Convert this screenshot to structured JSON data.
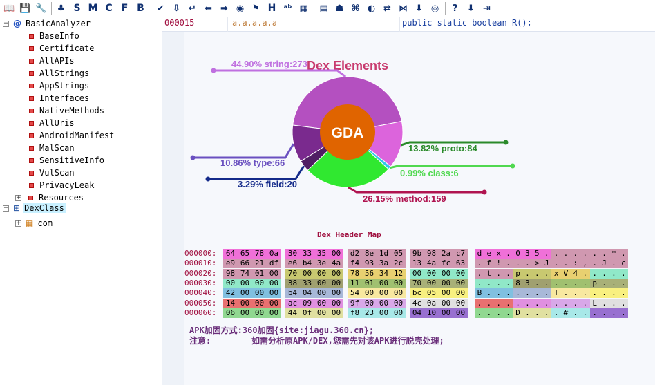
{
  "toolbar": {
    "icons": [
      "book-icon",
      "save-icon",
      "wrench-icon",
      "sep",
      "android-tree-icon",
      "S",
      "M",
      "C",
      "F",
      "B",
      "sep",
      "check-arrow-icon",
      "download-m-icon",
      "return-icon",
      "arrow-left-icon",
      "arrow-right-icon",
      "game-controller-icon",
      "flag-cross-icon",
      "H",
      "ab-icon",
      "grid-icon",
      "sep",
      "wpl-icon",
      "android-icon",
      "command-icon",
      "toggle-icon",
      "swap-icon",
      "pattern-icon",
      "pin-icon",
      "fingerprint-icon",
      "sep",
      "help-icon",
      "download-icon",
      "exit-icon"
    ]
  },
  "tree": {
    "root_label": "BasicAnalyzer",
    "items": [
      "BaseInfo",
      "Certificate",
      "AllAPIs",
      "AllStrings",
      "AppStrings",
      "Interfaces",
      "NativeMethods",
      "AllUris",
      "AndroidManifest",
      "MalScan",
      "SensitiveInfo",
      "VulScan",
      "PrivacyLeak",
      "Resources"
    ],
    "dexclass_label": "DexClass",
    "com_label": "com"
  },
  "header": {
    "address": "000015",
    "name": "a.a.a.a.a",
    "signature": "public static boolean R();"
  },
  "chart_data": {
    "type": "pie",
    "title": "Dex Elements",
    "center_label": "GDA",
    "slices": [
      {
        "name": "string",
        "count": 273,
        "percent": 44.9,
        "label": "44.90% string:273",
        "color": "#b450c0"
      },
      {
        "name": "proto",
        "count": 84,
        "percent": 13.82,
        "label": "13.82% proto:84",
        "color": "#dc64dc"
      },
      {
        "name": "class",
        "count": 6,
        "percent": 0.99,
        "label": "0.99% class:6",
        "color": "#30c8e8"
      },
      {
        "name": "method",
        "count": 159,
        "percent": 26.15,
        "label": "26.15% method:159",
        "color": "#30e830"
      },
      {
        "name": "field",
        "count": 20,
        "percent": 3.29,
        "label": "3.29% field:20",
        "color": "#501e64"
      },
      {
        "name": "type",
        "count": 66,
        "percent": 10.86,
        "label": "10.86% type:66",
        "color": "#7a2a8e"
      }
    ],
    "label_colors": {
      "string": "#c070e0",
      "proto": "#2a8a2a",
      "class": "#50d850",
      "method": "#b01450",
      "field": "#142a8a",
      "type": "#6a50c0"
    },
    "center_color": "#e06400"
  },
  "hexmap": {
    "title": "Dex Header Map",
    "rows": [
      {
        "addr": "000000:",
        "bytes": [
          "64",
          "65",
          "78",
          "0a",
          "30",
          "33",
          "35",
          "00",
          "d2",
          "8e",
          "1d",
          "05",
          "9b",
          "98",
          "2a",
          "c7"
        ],
        "ascii": [
          "d",
          "e",
          "x",
          ".",
          "0",
          "3",
          "5",
          ".",
          ".",
          ".",
          ".",
          ".",
          ".",
          ".",
          "*",
          "."
        ]
      },
      {
        "addr": "000010:",
        "bytes": [
          "e9",
          "66",
          "21",
          "df",
          "e6",
          "b4",
          "3e",
          "4a",
          "f4",
          "93",
          "3a",
          "2c",
          "13",
          "4a",
          "fc",
          "63"
        ],
        "ascii": [
          ".",
          "f",
          "!",
          ".",
          ".",
          ".",
          ">",
          "J",
          ".",
          ".",
          ":",
          ",",
          ".",
          "J",
          ".",
          "c"
        ]
      },
      {
        "addr": "000020:",
        "bytes": [
          "98",
          "74",
          "01",
          "00",
          "70",
          "00",
          "00",
          "00",
          "78",
          "56",
          "34",
          "12",
          "00",
          "00",
          "00",
          "00"
        ],
        "ascii": [
          ".",
          "t",
          ".",
          ".",
          "p",
          ".",
          ".",
          ".",
          "x",
          "V",
          "4",
          ".",
          ".",
          ".",
          ".",
          "."
        ]
      },
      {
        "addr": "000030:",
        "bytes": [
          "00",
          "00",
          "00",
          "00",
          "38",
          "33",
          "00",
          "00",
          "11",
          "01",
          "00",
          "00",
          "70",
          "00",
          "00",
          "00"
        ],
        "ascii": [
          ".",
          ".",
          ".",
          ".",
          "8",
          "3",
          ".",
          ".",
          ".",
          ".",
          ".",
          ".",
          "p",
          ".",
          ".",
          "."
        ]
      },
      {
        "addr": "000040:",
        "bytes": [
          "42",
          "00",
          "00",
          "00",
          "b4",
          "04",
          "00",
          "00",
          "54",
          "00",
          "00",
          "00",
          "bc",
          "05",
          "00",
          "00"
        ],
        "ascii": [
          "B",
          ".",
          ".",
          ".",
          ".",
          ".",
          ".",
          ".",
          "T",
          ".",
          ".",
          ".",
          ".",
          ".",
          ".",
          "."
        ]
      },
      {
        "addr": "000050:",
        "bytes": [
          "14",
          "00",
          "00",
          "00",
          "ac",
          "09",
          "00",
          "00",
          "9f",
          "00",
          "00",
          "00",
          "4c",
          "0a",
          "00",
          "00"
        ],
        "ascii": [
          ".",
          ".",
          ".",
          ".",
          ".",
          ".",
          ".",
          ".",
          ".",
          ".",
          ".",
          ".",
          "L",
          ".",
          ".",
          "."
        ]
      },
      {
        "addr": "000060:",
        "bytes": [
          "06",
          "00",
          "00",
          "00",
          "44",
          "0f",
          "00",
          "00",
          "f8",
          "23",
          "00",
          "00",
          "04",
          "10",
          "00",
          "00"
        ],
        "ascii": [
          ".",
          ".",
          ".",
          ".",
          "D",
          ".",
          ".",
          ".",
          ".",
          "#",
          ".",
          ".",
          ".",
          ".",
          ".",
          "."
        ]
      }
    ],
    "row_colors": [
      [
        "#f070d8",
        "#f070d8",
        "#f070d8",
        "#f070d8",
        "#f070d8",
        "#f070d8",
        "#f070d8",
        "#f070d8",
        "#d098b0",
        "#d098b0",
        "#d098b0",
        "#d098b0",
        "#d098b0",
        "#d098b0",
        "#d098b0",
        "#d098b0"
      ],
      [
        "#d098b0",
        "#d098b0",
        "#d098b0",
        "#d098b0",
        "#d098b0",
        "#d098b0",
        "#d098b0",
        "#d098b0",
        "#d098b0",
        "#d098b0",
        "#d098b0",
        "#d098b0",
        "#d098b0",
        "#d098b0",
        "#d098b0",
        "#d098b0"
      ],
      [
        "#d098b0",
        "#d098b0",
        "#d098b0",
        "#d098b0",
        "#c8c870",
        "#c8c870",
        "#c8c870",
        "#c8c870",
        "#e8d070",
        "#e8d070",
        "#e8d070",
        "#e8d070",
        "#90e8c8",
        "#90e8c8",
        "#90e8c8",
        "#90e8c8"
      ],
      [
        "#90e8c8",
        "#90e8c8",
        "#90e8c8",
        "#90e8c8",
        "#a0a070",
        "#a0a070",
        "#a0a070",
        "#a0a070",
        "#a0c070",
        "#a0c070",
        "#a0c070",
        "#a0c070",
        "#a8b078",
        "#a8b078",
        "#a8b078",
        "#a8b078"
      ],
      [
        "#80c0e0",
        "#80c0e0",
        "#80c0e0",
        "#80c0e0",
        "#a8b8d8",
        "#a8b8d8",
        "#a8b8d8",
        "#a8b8d8",
        "#f8e8a0",
        "#f8e8a0",
        "#f8e8a0",
        "#f8e8a0",
        "#f8f080",
        "#f8f080",
        "#f8f080",
        "#f8f080"
      ],
      [
        "#e87070",
        "#e87070",
        "#e87070",
        "#e87070",
        "#e090e0",
        "#e090e0",
        "#e090e0",
        "#e090e0",
        "#d8a8e8",
        "#d8a8e8",
        "#d8a8e8",
        "#d8a8e8",
        "#e0e0e0",
        "#e0e0e0",
        "#e0e0e0",
        "#e0e0e0"
      ],
      [
        "#90d890",
        "#90d890",
        "#90d890",
        "#90d890",
        "#e0e0a0",
        "#e0e0a0",
        "#e0e0a0",
        "#e0e0a0",
        "#a8e8e8",
        "#a8e8e8",
        "#a8e8e8",
        "#a8e8e8",
        "#9870d0",
        "#9870d0",
        "#9870d0",
        "#9870d0"
      ]
    ]
  },
  "notes": {
    "line1": "APK加固方式:360加固{site:jiagu.360.cn};",
    "line2_label": "注意:",
    "line2_text": "如需分析原APK/DEX,您需先对该APK进行脱壳处理;"
  }
}
